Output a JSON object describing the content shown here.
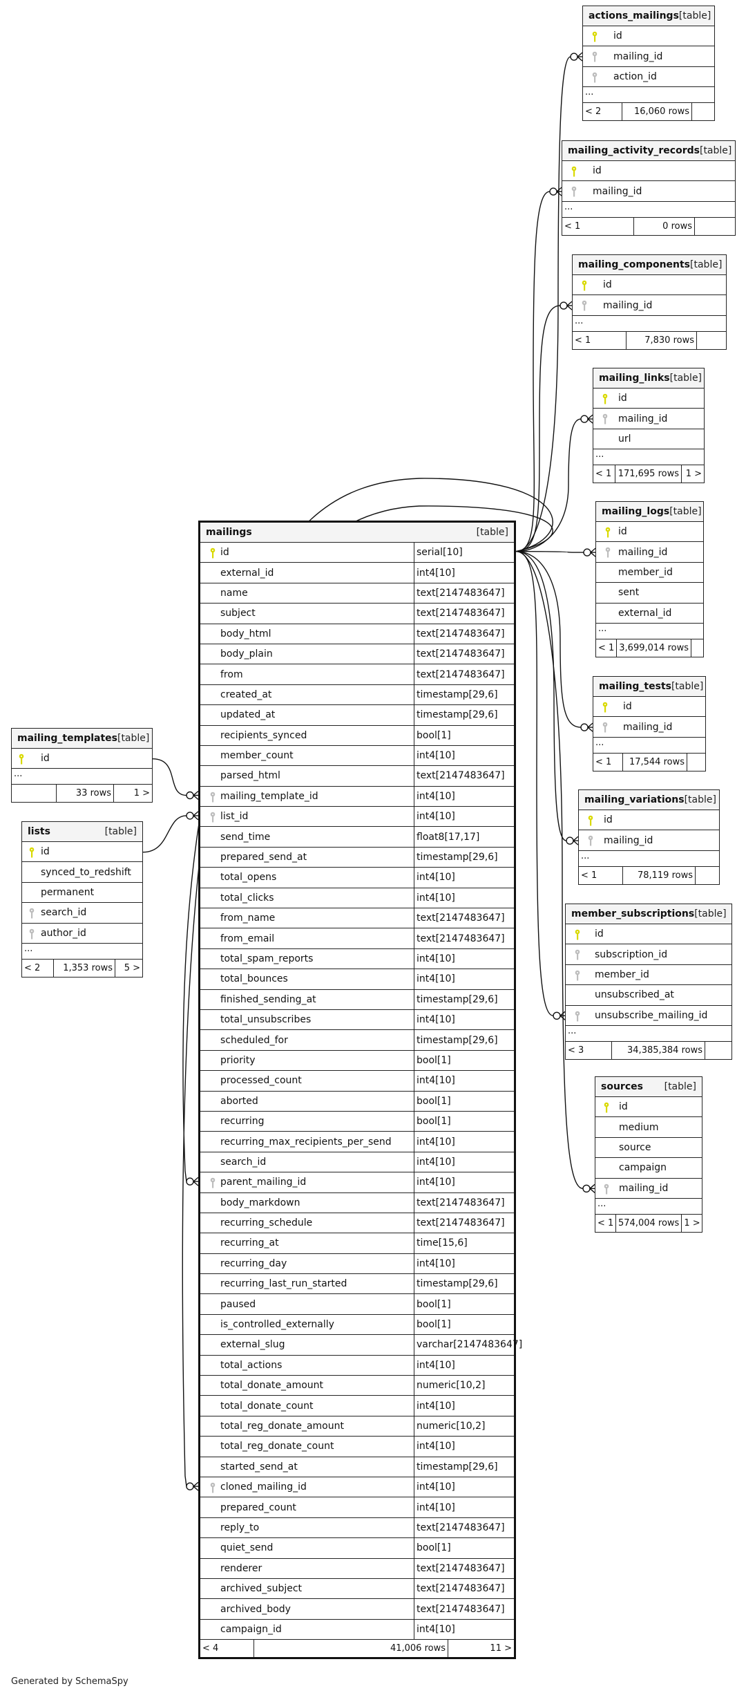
{
  "footer_text": "Generated by SchemaSpy",
  "colors": {
    "pk_key": "#d9d900",
    "fk_key": "#bdbdbd",
    "header_bg": "#f4f4f4"
  },
  "tables": [
    {
      "name": "mailings",
      "kind": "[table]",
      "more": "",
      "footer": {
        "prev": "< 4",
        "rows": "41,006 rows",
        "next": "11 >"
      },
      "columns": [
        {
          "name": "id",
          "type": "serial[10]",
          "key": "pk"
        },
        {
          "name": "external_id",
          "type": "int4[10]",
          "key": ""
        },
        {
          "name": "name",
          "type": "text[2147483647]",
          "key": ""
        },
        {
          "name": "subject",
          "type": "text[2147483647]",
          "key": ""
        },
        {
          "name": "body_html",
          "type": "text[2147483647]",
          "key": ""
        },
        {
          "name": "body_plain",
          "type": "text[2147483647]",
          "key": ""
        },
        {
          "name": "from",
          "type": "text[2147483647]",
          "key": ""
        },
        {
          "name": "created_at",
          "type": "timestamp[29,6]",
          "key": ""
        },
        {
          "name": "updated_at",
          "type": "timestamp[29,6]",
          "key": ""
        },
        {
          "name": "recipients_synced",
          "type": "bool[1]",
          "key": ""
        },
        {
          "name": "member_count",
          "type": "int4[10]",
          "key": ""
        },
        {
          "name": "parsed_html",
          "type": "text[2147483647]",
          "key": ""
        },
        {
          "name": "mailing_template_id",
          "type": "int4[10]",
          "key": "fk"
        },
        {
          "name": "list_id",
          "type": "int4[10]",
          "key": "fk"
        },
        {
          "name": "send_time",
          "type": "float8[17,17]",
          "key": ""
        },
        {
          "name": "prepared_send_at",
          "type": "timestamp[29,6]",
          "key": ""
        },
        {
          "name": "total_opens",
          "type": "int4[10]",
          "key": ""
        },
        {
          "name": "total_clicks",
          "type": "int4[10]",
          "key": ""
        },
        {
          "name": "from_name",
          "type": "text[2147483647]",
          "key": ""
        },
        {
          "name": "from_email",
          "type": "text[2147483647]",
          "key": ""
        },
        {
          "name": "total_spam_reports",
          "type": "int4[10]",
          "key": ""
        },
        {
          "name": "total_bounces",
          "type": "int4[10]",
          "key": ""
        },
        {
          "name": "finished_sending_at",
          "type": "timestamp[29,6]",
          "key": ""
        },
        {
          "name": "total_unsubscribes",
          "type": "int4[10]",
          "key": ""
        },
        {
          "name": "scheduled_for",
          "type": "timestamp[29,6]",
          "key": ""
        },
        {
          "name": "priority",
          "type": "bool[1]",
          "key": ""
        },
        {
          "name": "processed_count",
          "type": "int4[10]",
          "key": ""
        },
        {
          "name": "aborted",
          "type": "bool[1]",
          "key": ""
        },
        {
          "name": "recurring",
          "type": "bool[1]",
          "key": ""
        },
        {
          "name": "recurring_max_recipients_per_send",
          "type": "int4[10]",
          "key": ""
        },
        {
          "name": "search_id",
          "type": "int4[10]",
          "key": ""
        },
        {
          "name": "parent_mailing_id",
          "type": "int4[10]",
          "key": "fk"
        },
        {
          "name": "body_markdown",
          "type": "text[2147483647]",
          "key": ""
        },
        {
          "name": "recurring_schedule",
          "type": "text[2147483647]",
          "key": ""
        },
        {
          "name": "recurring_at",
          "type": "time[15,6]",
          "key": ""
        },
        {
          "name": "recurring_day",
          "type": "int4[10]",
          "key": ""
        },
        {
          "name": "recurring_last_run_started",
          "type": "timestamp[29,6]",
          "key": ""
        },
        {
          "name": "paused",
          "type": "bool[1]",
          "key": ""
        },
        {
          "name": "is_controlled_externally",
          "type": "bool[1]",
          "key": ""
        },
        {
          "name": "external_slug",
          "type": "varchar[2147483647]",
          "key": ""
        },
        {
          "name": "total_actions",
          "type": "int4[10]",
          "key": ""
        },
        {
          "name": "total_donate_amount",
          "type": "numeric[10,2]",
          "key": ""
        },
        {
          "name": "total_donate_count",
          "type": "int4[10]",
          "key": ""
        },
        {
          "name": "total_reg_donate_amount",
          "type": "numeric[10,2]",
          "key": ""
        },
        {
          "name": "total_reg_donate_count",
          "type": "int4[10]",
          "key": ""
        },
        {
          "name": "started_send_at",
          "type": "timestamp[29,6]",
          "key": ""
        },
        {
          "name": "cloned_mailing_id",
          "type": "int4[10]",
          "key": "fk"
        },
        {
          "name": "prepared_count",
          "type": "int4[10]",
          "key": ""
        },
        {
          "name": "reply_to",
          "type": "text[2147483647]",
          "key": ""
        },
        {
          "name": "quiet_send",
          "type": "bool[1]",
          "key": ""
        },
        {
          "name": "renderer",
          "type": "text[2147483647]",
          "key": ""
        },
        {
          "name": "archived_subject",
          "type": "text[2147483647]",
          "key": ""
        },
        {
          "name": "archived_body",
          "type": "text[2147483647]",
          "key": ""
        },
        {
          "name": "campaign_id",
          "type": "int4[10]",
          "key": ""
        }
      ]
    },
    {
      "name": "actions_mailings",
      "kind": "[table]",
      "more": "...",
      "footer": {
        "prev": "< 2",
        "rows": "16,060 rows",
        "next": ""
      },
      "columns": [
        {
          "name": "id",
          "key": "pk"
        },
        {
          "name": "mailing_id",
          "key": "fk"
        },
        {
          "name": "action_id",
          "key": "fk"
        }
      ]
    },
    {
      "name": "mailing_activity_records",
      "kind": "[table]",
      "more": "...",
      "footer": {
        "prev": "< 1",
        "rows": "0 rows",
        "next": ""
      },
      "columns": [
        {
          "name": "id",
          "key": "pk"
        },
        {
          "name": "mailing_id",
          "key": "fk"
        }
      ]
    },
    {
      "name": "mailing_components",
      "kind": "[table]",
      "more": "...",
      "footer": {
        "prev": "< 1",
        "rows": "7,830 rows",
        "next": ""
      },
      "columns": [
        {
          "name": "id",
          "key": "pk"
        },
        {
          "name": "mailing_id",
          "key": "fk"
        }
      ]
    },
    {
      "name": "mailing_links",
      "kind": "[table]",
      "more": "...",
      "footer": {
        "prev": "< 1",
        "rows": "171,695 rows",
        "next": "1 >"
      },
      "columns": [
        {
          "name": "id",
          "key": "pk"
        },
        {
          "name": "mailing_id",
          "key": "fk"
        },
        {
          "name": "url",
          "key": ""
        }
      ]
    },
    {
      "name": "mailing_logs",
      "kind": "[table]",
      "more": "...",
      "footer": {
        "prev": "< 1",
        "rows": "3,699,014 rows",
        "next": ""
      },
      "columns": [
        {
          "name": "id",
          "key": "pk"
        },
        {
          "name": "mailing_id",
          "key": "fk"
        },
        {
          "name": "member_id",
          "key": ""
        },
        {
          "name": "sent",
          "key": ""
        },
        {
          "name": "external_id",
          "key": ""
        }
      ]
    },
    {
      "name": "mailing_tests",
      "kind": "[table]",
      "more": "...",
      "footer": {
        "prev": "< 1",
        "rows": "17,544 rows",
        "next": ""
      },
      "columns": [
        {
          "name": "id",
          "key": "pk"
        },
        {
          "name": "mailing_id",
          "key": "fk"
        }
      ]
    },
    {
      "name": "mailing_variations",
      "kind": "[table]",
      "more": "...",
      "footer": {
        "prev": "< 1",
        "rows": "78,119 rows",
        "next": ""
      },
      "columns": [
        {
          "name": "id",
          "key": "pk"
        },
        {
          "name": "mailing_id",
          "key": "fk"
        }
      ]
    },
    {
      "name": "member_subscriptions",
      "kind": "[table]",
      "more": "...",
      "footer": {
        "prev": "< 3",
        "rows": "34,385,384 rows",
        "next": ""
      },
      "columns": [
        {
          "name": "id",
          "key": "pk"
        },
        {
          "name": "subscription_id",
          "key": "fk"
        },
        {
          "name": "member_id",
          "key": "fk"
        },
        {
          "name": "unsubscribed_at",
          "key": ""
        },
        {
          "name": "unsubscribe_mailing_id",
          "key": "fk"
        }
      ]
    },
    {
      "name": "sources",
      "kind": "[table]",
      "more": "...",
      "footer": {
        "prev": "< 1",
        "rows": "574,004 rows",
        "next": "1 >"
      },
      "columns": [
        {
          "name": "id",
          "key": "pk"
        },
        {
          "name": "medium",
          "key": ""
        },
        {
          "name": "source",
          "key": ""
        },
        {
          "name": "campaign",
          "key": ""
        },
        {
          "name": "mailing_id",
          "key": "fk"
        }
      ]
    },
    {
      "name": "mailing_templates",
      "kind": "[table]",
      "more": "...",
      "footer": {
        "prev": "",
        "rows": "33 rows",
        "next": "1 >"
      },
      "columns": [
        {
          "name": "id",
          "key": "pk"
        }
      ]
    },
    {
      "name": "lists",
      "kind": "[table]",
      "more": "...",
      "footer": {
        "prev": "< 2",
        "rows": "1,353 rows",
        "next": "5 >"
      },
      "columns": [
        {
          "name": "id",
          "key": "pk"
        },
        {
          "name": "synced_to_redshift",
          "key": ""
        },
        {
          "name": "permanent",
          "key": ""
        },
        {
          "name": "search_id",
          "key": "fk"
        },
        {
          "name": "author_id",
          "key": "fk"
        }
      ]
    }
  ]
}
